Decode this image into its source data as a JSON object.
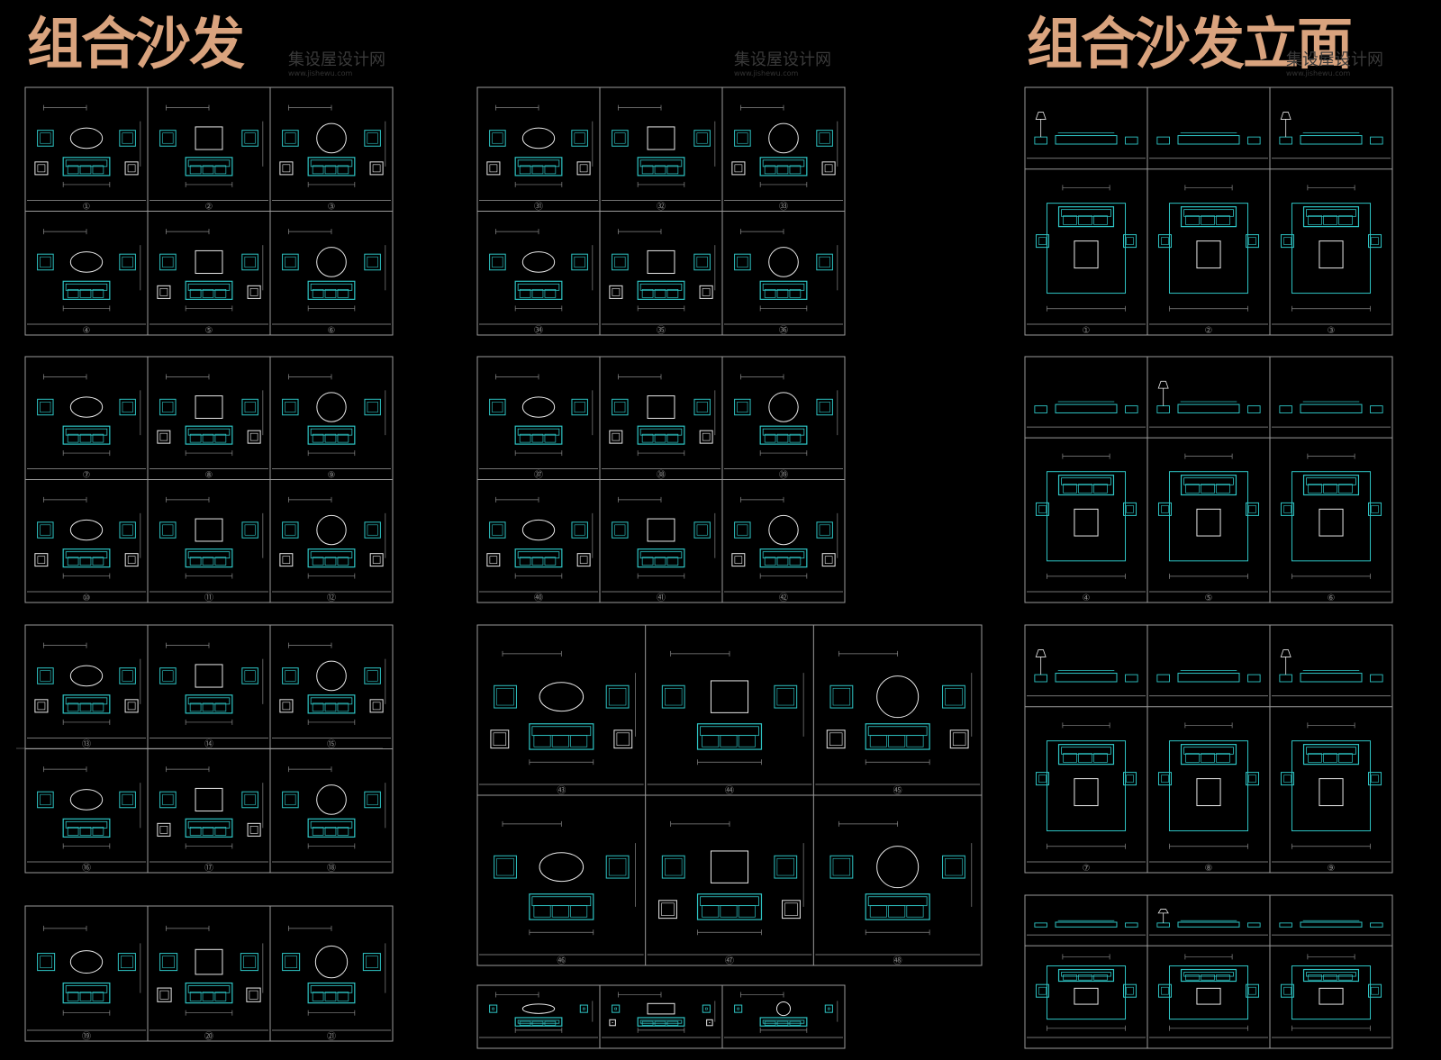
{
  "titles": {
    "left": "组合沙发",
    "right": "组合沙发立面"
  },
  "watermark": {
    "text": "集设屋设计网",
    "url": "www.jishewu.com"
  },
  "colors": {
    "background": "#000000",
    "title": "#d9a37e",
    "frame": "#9a9a9a",
    "drawing": "#2ec4c4",
    "drawing_alt": "#e8e8e8",
    "label": "#8a8a8a"
  },
  "sheets": [
    {
      "id": "A1",
      "cols": 3,
      "rows": 2,
      "labels": [
        "①",
        "②",
        "③",
        "④",
        "⑤",
        "⑥"
      ]
    },
    {
      "id": "A2",
      "cols": 3,
      "rows": 2,
      "labels": [
        "⑦",
        "⑧",
        "⑨",
        "⑩",
        "⑪",
        "⑫"
      ]
    },
    {
      "id": "A3",
      "cols": 3,
      "rows": 2,
      "labels": [
        "⑬",
        "⑭",
        "⑮",
        "⑯",
        "⑰",
        "⑱"
      ]
    },
    {
      "id": "A4",
      "cols": 3,
      "rows": 1,
      "labels": [
        "⑲",
        "⑳",
        "㉑"
      ]
    },
    {
      "id": "B1",
      "cols": 3,
      "rows": 2,
      "labels": [
        "㉛",
        "㉜",
        "㉝",
        "㉞",
        "㉟",
        "㊱"
      ]
    },
    {
      "id": "B2",
      "cols": 3,
      "rows": 2,
      "labels": [
        "㊲",
        "㊳",
        "㊴",
        "㊵",
        "㊶",
        "㊷"
      ]
    },
    {
      "id": "B3",
      "cols": 3,
      "rows": 2,
      "labels": [
        "㊸",
        "㊹",
        "㊺",
        "㊻",
        "㊼",
        "㊽"
      ]
    },
    {
      "id": "B4",
      "cols": 3,
      "rows": 1,
      "labels": [
        "",
        "",
        ""
      ]
    },
    {
      "id": "C1",
      "cols": 3,
      "rows": 2,
      "labels": [
        "①",
        "②",
        "③"
      ]
    },
    {
      "id": "C2",
      "cols": 3,
      "rows": 2,
      "labels": [
        "④",
        "⑤",
        "⑥"
      ]
    },
    {
      "id": "C3",
      "cols": 3,
      "rows": 2,
      "labels": [
        "⑦",
        "⑧",
        "⑨"
      ]
    },
    {
      "id": "C4",
      "cols": 3,
      "rows": 2,
      "labels": [
        "",
        "",
        ""
      ]
    }
  ]
}
